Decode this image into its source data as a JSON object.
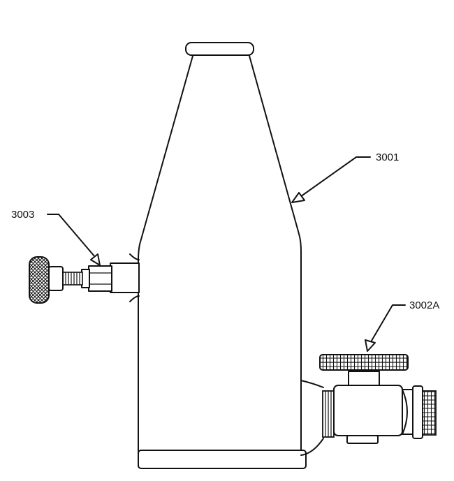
{
  "labels": {
    "bottle": "3001",
    "outlet_valve": "3002A",
    "side_valve": "3003"
  }
}
